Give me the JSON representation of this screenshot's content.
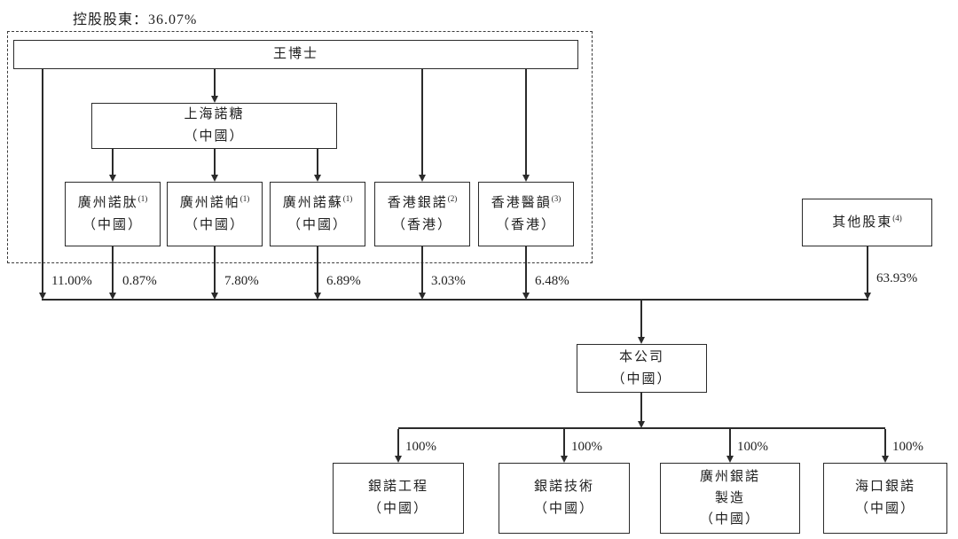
{
  "labels": {
    "controlling_shareholders": "控股股東：36.07%"
  },
  "nodes": {
    "wang": {
      "name": "王博士"
    },
    "shanghai": {
      "name": "上海諾糖",
      "region": "（中國）"
    },
    "mid": [
      {
        "name": "廣州諾肽",
        "sup": "(1)",
        "region": "（中國）"
      },
      {
        "name": "廣州諾帕",
        "sup": "(1)",
        "region": "（中國）"
      },
      {
        "name": "廣州諾蘇",
        "sup": "(1)",
        "region": "（中國）"
      },
      {
        "name": "香港銀諾",
        "sup": "(2)",
        "region": "（香港）"
      },
      {
        "name": "香港醫韻",
        "sup": "(3)",
        "region": "（香港）"
      }
    ],
    "others": {
      "name": "其他股東",
      "sup": "(4)"
    },
    "company": {
      "name": "本公司",
      "region": "（中國）"
    },
    "subsidiaries": [
      {
        "line1": "銀諾工程",
        "line2": "（中國）"
      },
      {
        "line1": "銀諾技術",
        "line2": "（中國）"
      },
      {
        "line1": "廣州銀諾",
        "line2": "製造",
        "line3": "（中國）"
      },
      {
        "line1": "海口銀諾",
        "line2": "（中國）"
      }
    ]
  },
  "percentages": {
    "wang_direct": "11.00%",
    "guangzhou_nuotai": "0.87%",
    "guangzhou_nuopa": "7.80%",
    "guangzhou_nuosu": "6.89%",
    "hongkong_yinnuo": "3.03%",
    "hongkong_yiyun": "6.48%",
    "other_shareholders": "63.93%",
    "subsidiary_0": "100%",
    "subsidiary_1": "100%",
    "subsidiary_2": "100%",
    "subsidiary_3": "100%"
  },
  "colors": {
    "line": "#2b2b2b",
    "text": "#1f1f1f",
    "background": "#ffffff"
  }
}
